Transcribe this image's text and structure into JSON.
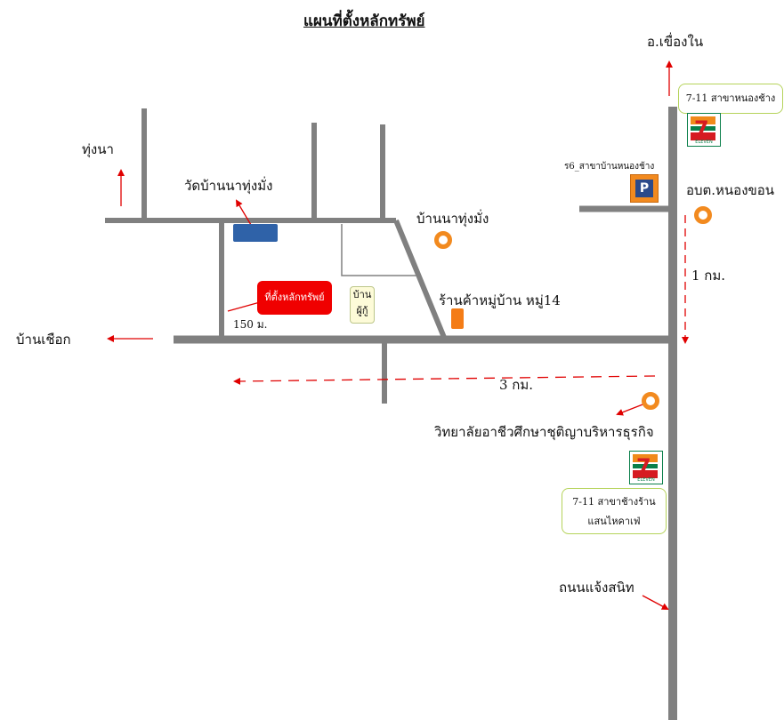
{
  "title": "แผนที่ตั้งหลักทรัพย์",
  "labels": {
    "north_district": "อ.เขื่องใน",
    "tung_na": "ทุ่งนา",
    "temple": "วัดบ้านนาทุ่งมั่ง",
    "village_na_tung_mang": "บ้านนาทุ่งมั่ง",
    "local_admin": "อบต.หนองขอน",
    "one_km": "1 กม.",
    "village_shop": "ร้านค้าหมู่บ้าน หมู่14",
    "ban_chuek": "บ้านเชือก",
    "three_km": "3 กม.",
    "college": "วิทยาลัยอาชีวศึกษาชุติญาบริหารธุรกิจ",
    "road": "ถนนแจ้งสนิท",
    "distance_150": "150 ม.",
    "gas_station": "ร6_สาขาบ้านหนองช้าง"
  },
  "boxes": {
    "seven_top": "7-11 สาขาหนองช้าง",
    "seven_bottom_line1": "7-11 สาขาช้างร้าน",
    "seven_bottom_line2": "แสนไหคาเฟ่"
  },
  "markers": {
    "property": "ที่ตั้งหลักทรัพย์",
    "head_house_line1": "บ้าน",
    "head_house_line2": "ผู้กู้"
  },
  "logos": {
    "seven_text": "7",
    "seven_caption": "ELEVEN",
    "station_glyph": "P"
  },
  "colors": {
    "road": "#808080",
    "arrow": "#e00000",
    "property": "#f00000",
    "temple": "#2f62a8",
    "poi_ring": "#f28a1f",
    "shop_marker": "#f47c16",
    "box_border": "#b5d35a"
  }
}
